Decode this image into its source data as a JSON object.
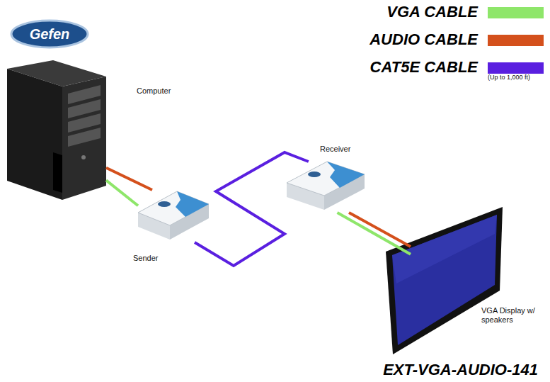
{
  "diagram": {
    "caption": "EXT-VGA-AUDIO-141",
    "nodes": [
      {
        "text": [
          "Computer"
        ]
      },
      {
        "text": [
          "Sender"
        ]
      },
      {
        "text": [
          "Receiver"
        ]
      },
      {
        "text": [
          "VGA Display w/ speakers"
        ]
      }
    ],
    "edges": [
      {
        "from": 0,
        "to": 1,
        "arrow": "none"
      },
      {
        "from": 0,
        "to": 1,
        "arrow": "none"
      },
      {
        "from": 1,
        "to": 2,
        "arrow": "none"
      },
      {
        "from": 2,
        "to": 3,
        "arrow": "none"
      },
      {
        "from": 2,
        "to": 3,
        "arrow": "none"
      }
    ],
    "labels": [
      "Gefen",
      "(Up to 1,000 ft)"
    ],
    "legend": [
      {
        "text": "VGA CABLE",
        "color": "#8ee66a"
      },
      {
        "text": "AUDIO CABLE",
        "color": "#d4501c"
      },
      {
        "text": "CAT5E CABLE",
        "color": "#5a1fe0"
      }
    ]
  }
}
